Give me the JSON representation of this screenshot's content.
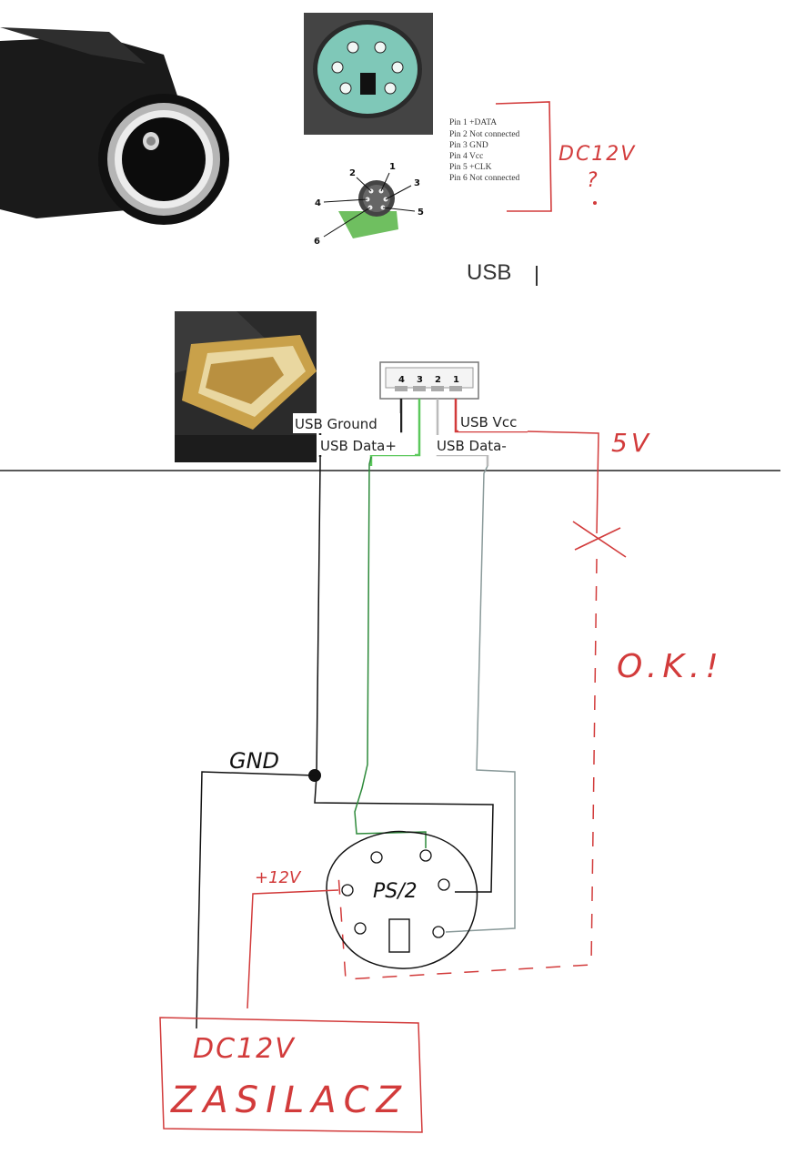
{
  "header": {
    "usb_title": "USB"
  },
  "ps2_pinout": {
    "pins": [
      "Pin 1 +DATA",
      "Pin 2 Not connected",
      "Pin 3 GND",
      "Pin 4 Vcc",
      "Pin 5 +CLK",
      "Pin 6 Not connected"
    ],
    "side_note": "DC12V",
    "question": "?",
    "connector_numbers": [
      "1",
      "2",
      "3",
      "4",
      "5",
      "6"
    ]
  },
  "usb_connector": {
    "pin_numbers": [
      "4",
      "3",
      "2",
      "1"
    ],
    "ground_label": "USB Ground",
    "data_plus_label": "USB Data+",
    "data_minus_label": "USB Data-",
    "vcc_label": "USB Vcc",
    "voltage_note": "5V"
  },
  "hand_drawing": {
    "ok_note": "O.K.!",
    "gnd_label": "GND",
    "ps2_label": "PS/2",
    "plus12v_label": "+12V",
    "supply_voltage": "DC12V",
    "supply_name": "ZASILACZ"
  },
  "colors": {
    "red_ink": "#d23b3b",
    "black_ink": "#111111",
    "green_wire": "#2d8a3a",
    "gray_wire": "#8a9a9a",
    "ps2_socket": "#7fc8b8"
  }
}
